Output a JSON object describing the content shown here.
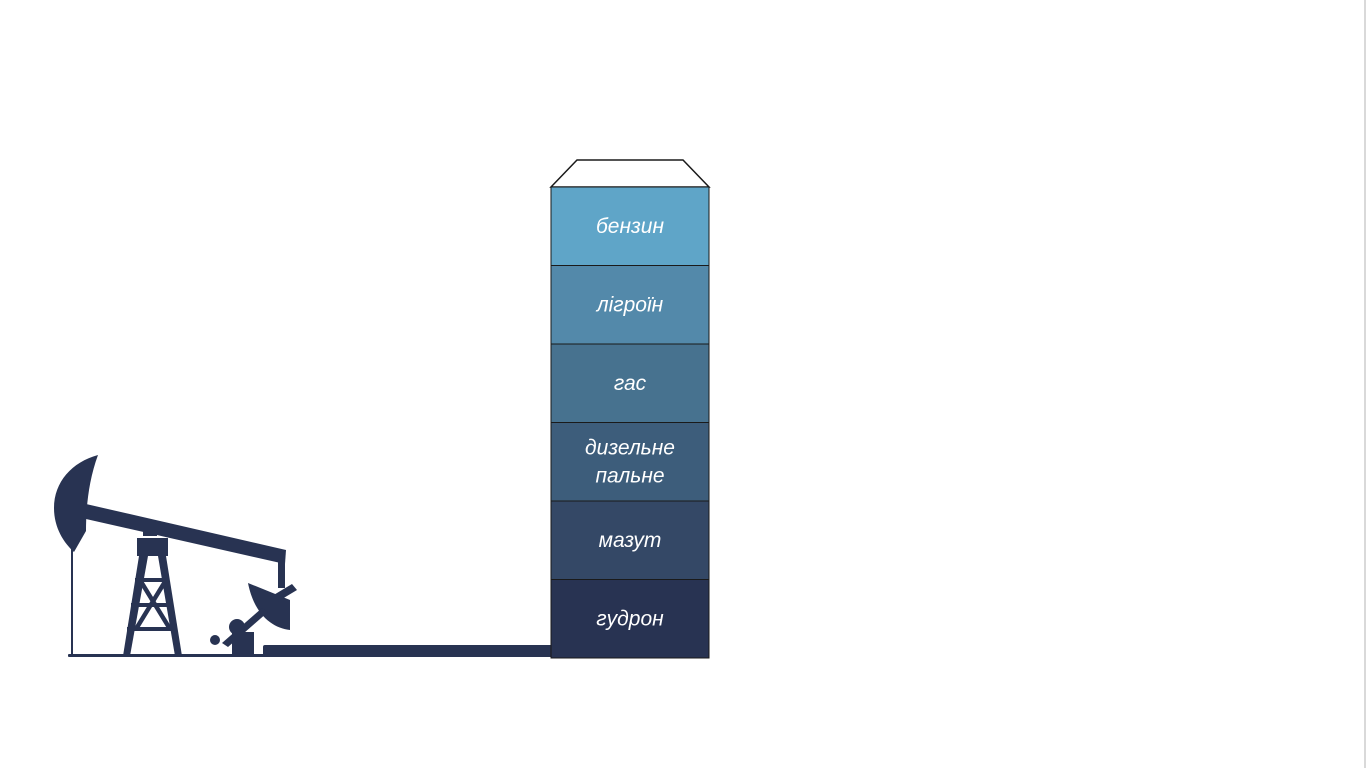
{
  "column": {
    "layers": [
      {
        "lines": [
          "бензин"
        ],
        "color": "#5fa5c8"
      },
      {
        "lines": [
          "лігроїн"
        ],
        "color": "#5389aa"
      },
      {
        "lines": [
          "гас"
        ],
        "color": "#47728f"
      },
      {
        "lines": [
          "дизельне",
          "пальне"
        ],
        "color": "#3d5d7b"
      },
      {
        "lines": [
          "мазут"
        ],
        "color": "#344866"
      },
      {
        "lines": [
          "гудрон"
        ],
        "color": "#283352"
      }
    ]
  },
  "colors": {
    "pump": "#283352",
    "pipe": "#283352",
    "outline": "#1a1a1a"
  },
  "icons": {
    "pump": "oil-pumpjack-icon"
  }
}
